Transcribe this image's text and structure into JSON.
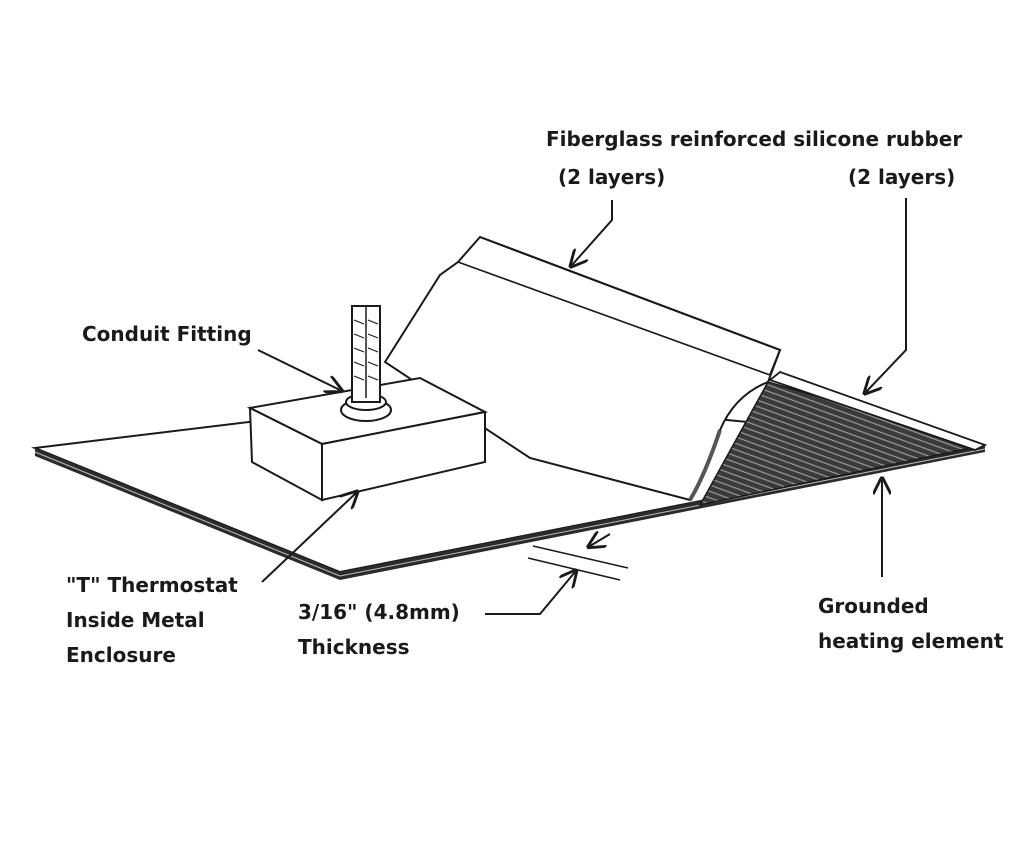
{
  "labels": {
    "fiberglass_title": "Fiberglass reinforced silicone rubber",
    "layers_left": "(2 layers)",
    "layers_right": "(2 layers)",
    "conduit": "Conduit Fitting",
    "thermostat": [
      "\"T\" Thermostat",
      "Inside Metal",
      "Enclosure"
    ],
    "thickness": [
      "3/16\" (4.8mm)",
      "Thickness"
    ],
    "heating": [
      "Grounded",
      "heating element"
    ]
  }
}
